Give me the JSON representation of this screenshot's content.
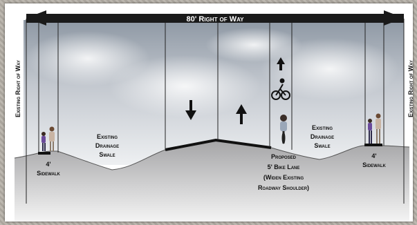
{
  "header": {
    "right_of_way": "80' Right of Way"
  },
  "side_labels": {
    "left": "Existing Right of Way",
    "right": "Existing Right of Way"
  },
  "labels": {
    "left_sidewalk": [
      "4'",
      "Sidewalk"
    ],
    "left_swale": [
      "Existing",
      "Drainage",
      "Swale"
    ],
    "bike_lane": [
      "Proposed",
      "5' Bike Lane",
      "(Widen Existing",
      "Roadway Shoulder)"
    ],
    "right_swale": [
      "Existing",
      "Drainage",
      "Swale"
    ],
    "right_sidewalk": [
      "4'",
      "Sidewalk"
    ]
  },
  "colors": {
    "header_bar": "#1a1a1a",
    "ground": "#a9a9aa",
    "sky_top": "#8d97a3",
    "pavement": "#111111"
  }
}
